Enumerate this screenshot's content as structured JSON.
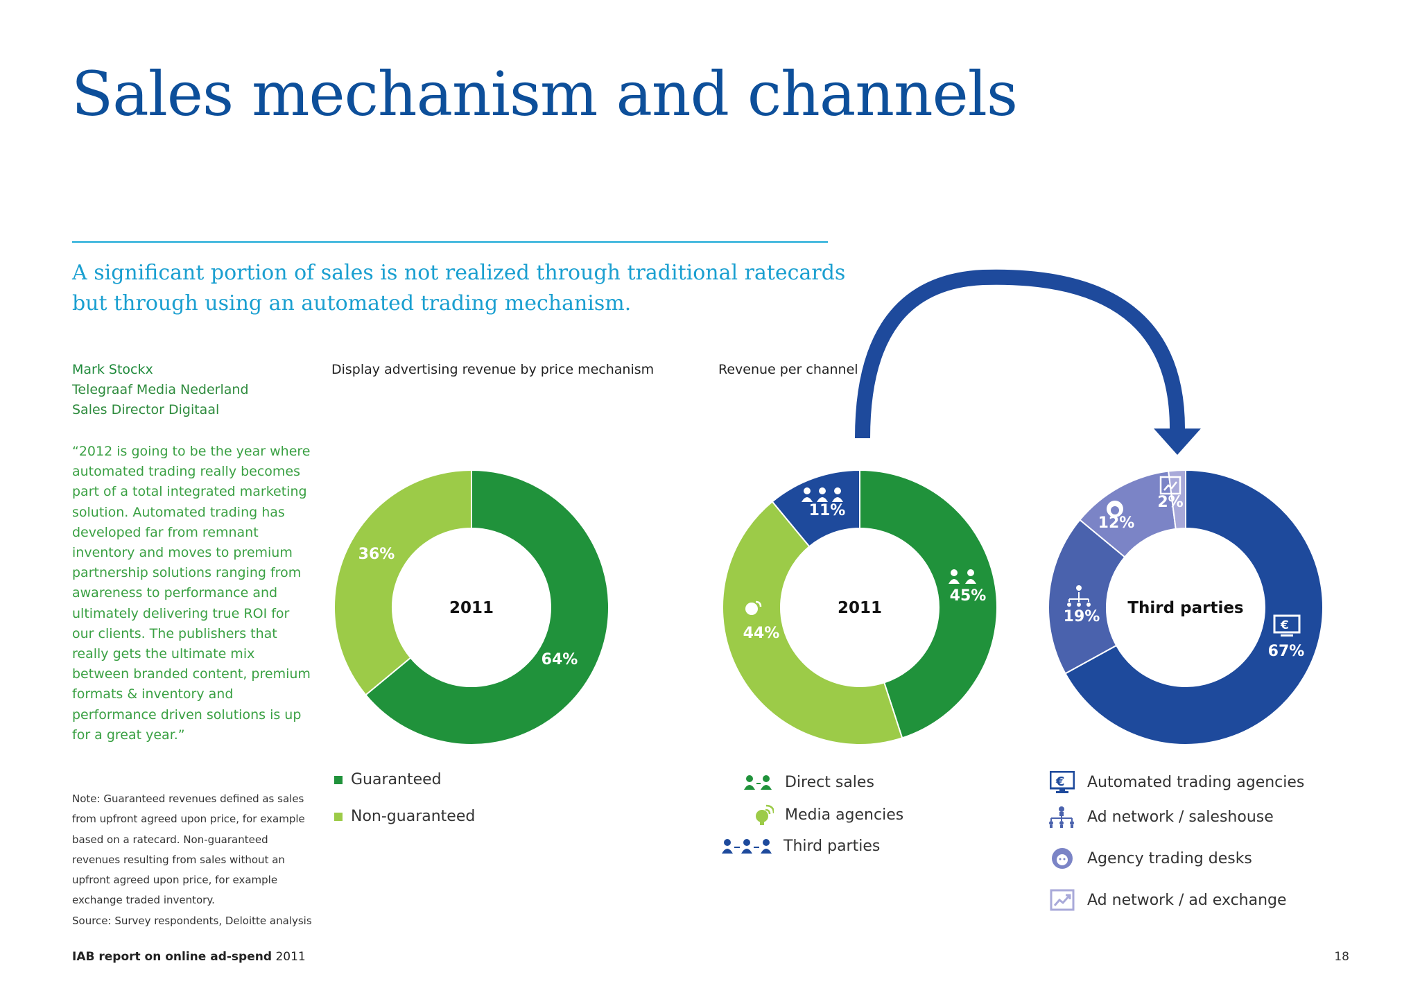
{
  "page": {
    "title": "Sales mechanism and channels",
    "subtitle": "A significant portion of sales is not realized through traditional ratecards but through using an automated trading mechanism.",
    "author": {
      "name": "Mark Stockx",
      "company": "Telegraaf Media Nederland",
      "role": "Sales Director Digitaal"
    },
    "quote": "“2012 is going to be the year where automated trading really becomes part of a total integrated marketing solution. Automated trading has developed far from remnant inventory and moves to premium partnership solutions ranging from awareness to performance and ultimately delivering true ROI for our clients. The publishers that really gets the ultimate mix between branded content, premium formats & inventory and performance driven solutions is up for a great year.”",
    "note": "Note: Guaranteed revenues defined as sales from upfront agreed upon price, for example based on a ratecard. Non-guaranteed revenues resulting from sales without an upfront agreed upon price, for example exchange traded inventory.",
    "source": "Source: Survey respondents, Deloitte analysis",
    "footer": {
      "report": "IAB report on online ad-spend",
      "year": "2011",
      "page_number": "18"
    }
  },
  "colors": {
    "title_blue": "#0d4f9a",
    "cyan": "#17a8d6",
    "dark_green": "#20923b",
    "light_green": "#9ccb48",
    "navy": "#1e4a9c",
    "mid_blue": "#4a62ad",
    "periwinkle": "#7b84c6",
    "lavender": "#a8a9d9"
  },
  "chart_data": [
    {
      "type": "pie",
      "variant": "donut",
      "title": "Display advertising revenue by price mechanism",
      "center_label": "2011",
      "categories": [
        "Guaranteed",
        "Non-guaranteed"
      ],
      "values": [
        64,
        36
      ],
      "labels": [
        "64%",
        "36%"
      ],
      "colors": [
        "#20923b",
        "#9ccb48"
      ],
      "legend": {
        "placement": "bottom",
        "entries": [
          "Guaranteed",
          "Non-guaranteed"
        ]
      }
    },
    {
      "type": "pie",
      "variant": "donut",
      "title": "Revenue per channel",
      "center_label": "2011",
      "categories": [
        "Direct sales",
        "Media agencies",
        "Third parties"
      ],
      "values": [
        45,
        44,
        11
      ],
      "labels": [
        "45%",
        "44%",
        "11%"
      ],
      "icons": [
        "direct-sales-icon",
        "media-agencies-icon",
        "third-parties-icon"
      ],
      "colors": [
        "#20923b",
        "#9ccb48",
        "#1e4a9c"
      ],
      "legend": {
        "placement": "bottom",
        "entries": [
          "Direct sales",
          "Media agencies",
          "Third parties"
        ]
      }
    },
    {
      "type": "pie",
      "variant": "donut",
      "title": "",
      "center_label": "Third parties",
      "categories": [
        "Automated trading agencies",
        "Ad network /  saleshouse",
        "Agency trading desks",
        "Ad network / ad exchange"
      ],
      "values": [
        67,
        19,
        12,
        2
      ],
      "labels": [
        "67%",
        "19%",
        "12%",
        "2%"
      ],
      "icons": [
        "automated-trading-icon",
        "ad-network-saleshouse-icon",
        "agency-trading-desk-icon",
        "ad-exchange-icon"
      ],
      "colors": [
        "#1e4a9c",
        "#4a62ad",
        "#7b84c6",
        "#a8a9d9"
      ],
      "legend": {
        "placement": "bottom",
        "entries": [
          "Automated trading agencies",
          "Ad network /  saleshouse",
          "Agency trading desks",
          "Ad network / ad exchange"
        ]
      }
    }
  ]
}
